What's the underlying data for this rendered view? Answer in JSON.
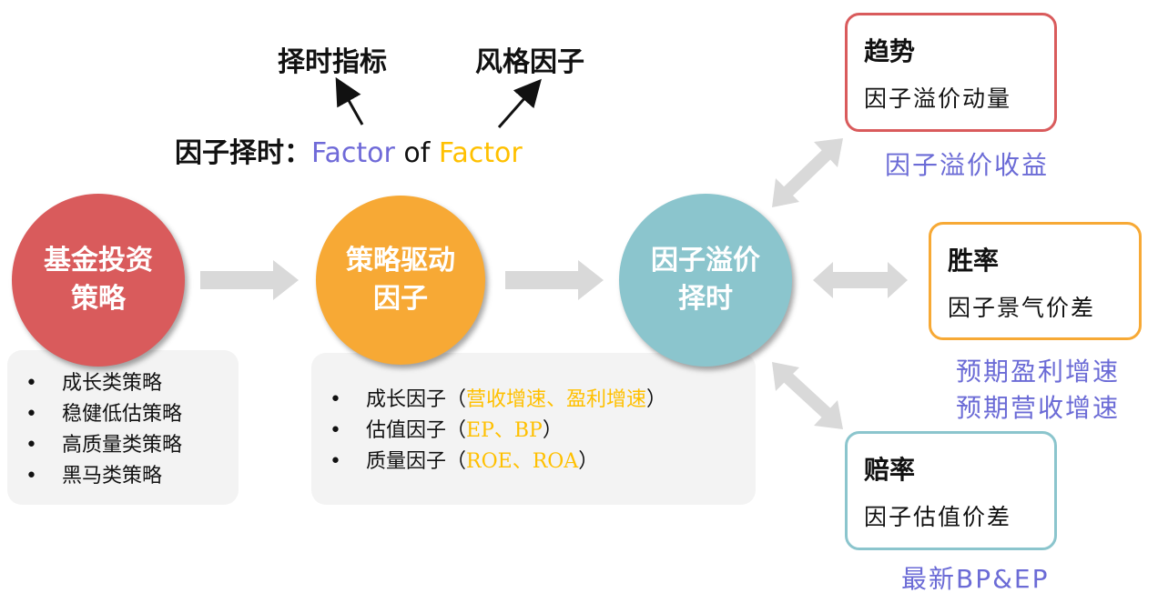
{
  "top": {
    "timing_indicator": "择时指标",
    "style_factor": "风格因子",
    "factor_timing_label": "因子择时：",
    "factor1": "Factor",
    "of": "of",
    "factor2": "Factor"
  },
  "circles": [
    {
      "label": "基金投资策略",
      "color": "#d95b5c"
    },
    {
      "label": "策略驱动因子",
      "color": "#f7a935"
    },
    {
      "label": "因子溢价择时",
      "color": "#8bc5cd"
    }
  ],
  "left_panel": {
    "items": [
      "成长类策略",
      "稳健低估策略",
      "高质量类策略",
      "黑马类策略"
    ]
  },
  "middle_panel": {
    "items": [
      {
        "name": "成长因子",
        "open": "（",
        "detail": "营收增速、盈利增速",
        "close": "）"
      },
      {
        "name": "估值因子",
        "open": "（",
        "detail": "EP、BP",
        "close": "）"
      },
      {
        "name": "质量因子",
        "open": "（",
        "detail": "ROE、ROA",
        "close": "）"
      }
    ]
  },
  "bullet": "•",
  "right": {
    "trend": {
      "title": "趋势",
      "sub": "因子溢价动量",
      "note": "因子溢价收益"
    },
    "win": {
      "title": "胜率",
      "sub": "因子景气价差",
      "note1": "预期盈利增速",
      "note2": "预期营收增速"
    },
    "odds": {
      "title": "赔率",
      "sub": "因子估值价差",
      "note": "最新BP&EP"
    }
  },
  "colors": {
    "blue": "#6f6ad8",
    "yellow": "#ffc000",
    "red": "#d95b5c",
    "orange": "#f7a935",
    "teal": "#8bc5cd"
  }
}
